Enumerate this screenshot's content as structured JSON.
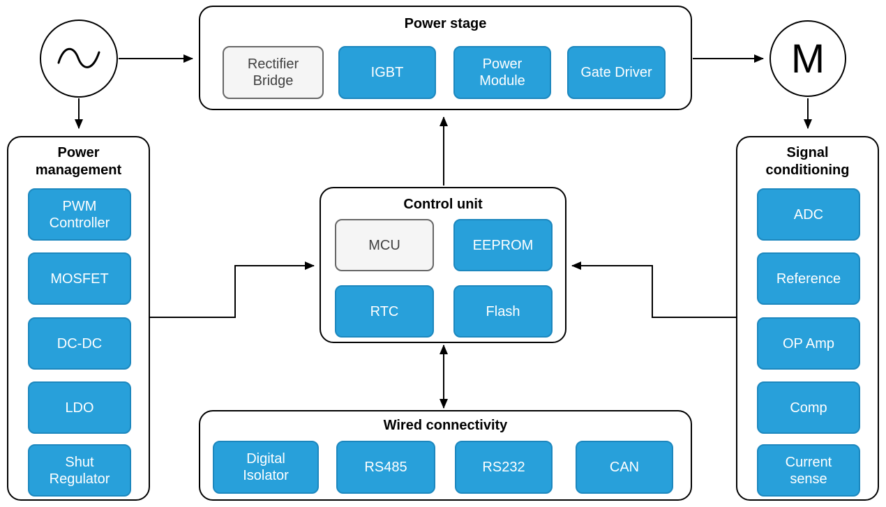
{
  "source": {
    "icon": "ac-sine"
  },
  "motor": {
    "label": "M"
  },
  "power_stage": {
    "title": "Power stage",
    "blocks": [
      {
        "label": "Rectifier Bridge",
        "variant": "gray"
      },
      {
        "label": "IGBT",
        "variant": "blue"
      },
      {
        "label": "Power Module",
        "variant": "blue"
      },
      {
        "label": "Gate Driver",
        "variant": "blue"
      }
    ]
  },
  "power_management": {
    "title": "Power management",
    "blocks": [
      {
        "label": "PWM Controller",
        "variant": "blue"
      },
      {
        "label": "MOSFET",
        "variant": "blue"
      },
      {
        "label": "DC-DC",
        "variant": "blue"
      },
      {
        "label": "LDO",
        "variant": "blue"
      },
      {
        "label": "Shut Regulator",
        "variant": "blue"
      }
    ]
  },
  "control_unit": {
    "title": "Control unit",
    "blocks": [
      {
        "label": "MCU",
        "variant": "gray"
      },
      {
        "label": "EEPROM",
        "variant": "blue"
      },
      {
        "label": "RTC",
        "variant": "blue"
      },
      {
        "label": "Flash",
        "variant": "blue"
      }
    ]
  },
  "signal_conditioning": {
    "title": "Signal conditioning",
    "blocks": [
      {
        "label": "ADC",
        "variant": "blue"
      },
      {
        "label": "Reference",
        "variant": "blue"
      },
      {
        "label": "OP Amp",
        "variant": "blue"
      },
      {
        "label": "Comp",
        "variant": "blue"
      },
      {
        "label": "Current sense",
        "variant": "blue"
      }
    ]
  },
  "wired_connectivity": {
    "title": "Wired connectivity",
    "blocks": [
      {
        "label": "Digital Isolator",
        "variant": "blue"
      },
      {
        "label": "RS485",
        "variant": "blue"
      },
      {
        "label": "RS232",
        "variant": "blue"
      },
      {
        "label": "CAN",
        "variant": "blue"
      }
    ]
  },
  "colors": {
    "block_blue_fill": "#28A0DA",
    "block_blue_border": "#1C87BE",
    "block_gray_fill": "#F5F5F5",
    "block_gray_border": "#666666",
    "text_on_blue": "#FFFFFF",
    "outline": "#000000"
  }
}
